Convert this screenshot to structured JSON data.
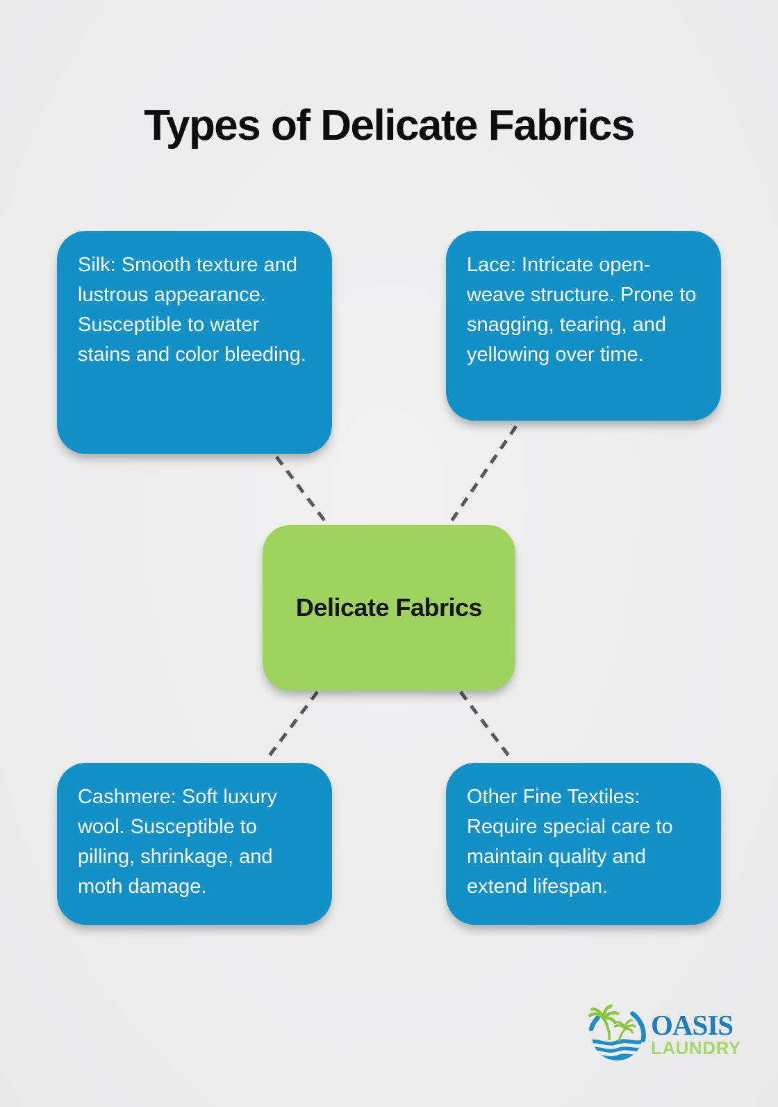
{
  "page": {
    "title": "Types of Delicate Fabrics"
  },
  "center": {
    "label": "Delicate Fabrics"
  },
  "nodes": [
    {
      "id": "silk",
      "text": "Silk: Smooth texture and lustrous appearance. Susceptible to water stains and color bleeding."
    },
    {
      "id": "lace",
      "text": "Lace: Intricate open-weave structure. Prone to snagging, tearing, and yellowing over time."
    },
    {
      "id": "cashmere",
      "text": "Cashmere: Soft luxury wool. Susceptible to pilling, shrinkage, and moth damage."
    },
    {
      "id": "other",
      "text": "Other Fine Textiles: Require special care to maintain quality and extend lifespan."
    }
  ],
  "colors": {
    "node_blue": "#1191c5",
    "center_green": "#9ed45e",
    "connector_gray": "#58585b",
    "background": "#ededee",
    "title_black": "#0d0d0d",
    "logo_blue": "#1c7fbc",
    "logo_green": "#8cc63f",
    "logo_text_green": "#a6d76a"
  },
  "logo": {
    "brand_name": "OASIS",
    "brand_sub": "LAUNDRY",
    "icon": "palm-trees-waves-icon"
  }
}
